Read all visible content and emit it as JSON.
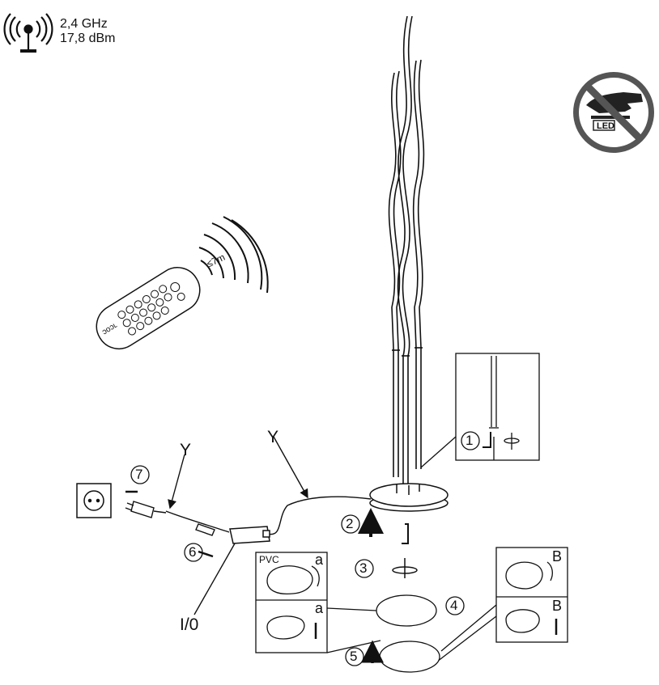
{
  "specs": {
    "frequency": "2,4 GHz",
    "power": "17,8 dBm"
  },
  "remote": {
    "range_label": "≤7m",
    "brand": "ɔoɔʟ"
  },
  "no_touch_sign": {
    "label": "LED"
  },
  "cable_labels": {
    "y_plug": "Y",
    "y_lamp": "Y",
    "switch": "I/0"
  },
  "steps": [
    "1",
    "2",
    "3",
    "4",
    "5",
    "6",
    "7"
  ],
  "detail_panels": {
    "left_top_material": "PVC",
    "left_top_tag": "a",
    "left_bottom_tag": "a",
    "right_top_tag": "B",
    "right_bottom_tag": "B"
  },
  "icons": [
    "antenna-icon",
    "no-touch-led-icon",
    "wall-socket-icon",
    "remote-control-icon",
    "hex-key-icon"
  ]
}
